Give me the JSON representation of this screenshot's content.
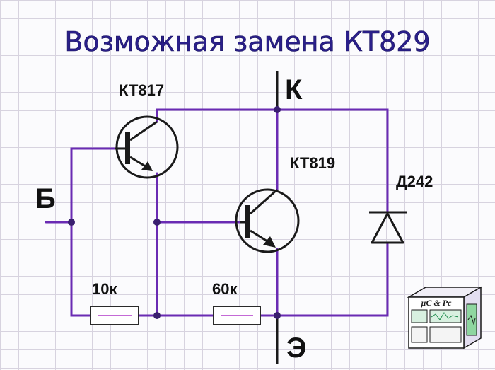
{
  "title": "Возможная замена КТ829",
  "components": {
    "transistor_1": "КТ817",
    "transistor_2": "КТ819",
    "diode": "Д242",
    "resistor_1": "10к",
    "resistor_2": "60к"
  },
  "terminals": {
    "collector": "К",
    "base": "Б",
    "emitter": "Э"
  },
  "logo": {
    "text": "µC & Pc"
  },
  "colors": {
    "wire": "#6a2bb3",
    "title": "#2a1f8a",
    "grid": "#d7d3df"
  }
}
